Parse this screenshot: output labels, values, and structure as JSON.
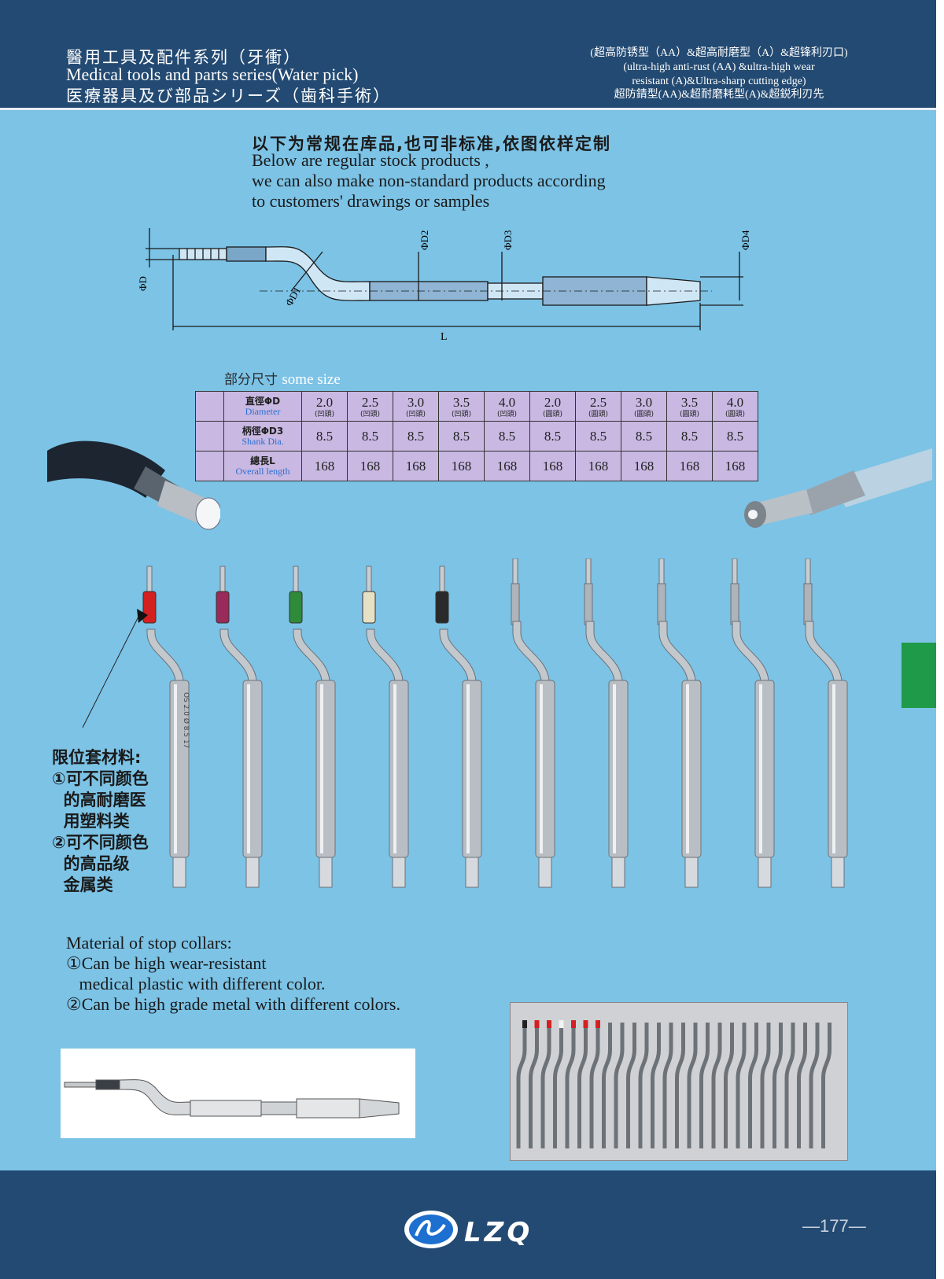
{
  "header": {
    "title_zh": "醫用工具及配件系列（牙衝）",
    "title_en": "Medical tools and parts series(Water pick)",
    "title_jp": "医療器具及び部品シリーズ（歯科手術）",
    "grade_lines": [
      "(超高防锈型（AA）&超高耐磨型（A）&超锋利刃口)",
      "(ultra-high anti-rust (AA) &ultra-high wear",
      "resistant (A)&Ultra-sharp cutting edge)",
      "超防錆型(AA)&超耐磨耗型(A)&超鋭利刃先"
    ]
  },
  "intro": {
    "zh": "以下为常规在库品,也可非标准,依图依样定制",
    "en_lines": [
      "Below are regular stock products ,",
      "we can also make non-standard products according",
      "to customers' drawings or samples"
    ]
  },
  "drawing": {
    "labels": {
      "d": "ΦD",
      "d1": "ΦD1",
      "d2": "ΦD2",
      "d3": "ΦD3",
      "d4": "ΦD4",
      "l": "L"
    }
  },
  "size_table": {
    "title_zh": "部分尺寸",
    "title_en": "some size",
    "rows": [
      {
        "label_zh": "直徑ΦD",
        "label_en": "Diameter",
        "values": [
          {
            "v": "2.0",
            "sub": "(凹頭)"
          },
          {
            "v": "2.5",
            "sub": "(凹頭)"
          },
          {
            "v": "3.0",
            "sub": "(凹頭)"
          },
          {
            "v": "3.5",
            "sub": "(凹頭)"
          },
          {
            "v": "4.0",
            "sub": "(凹頭)"
          },
          {
            "v": "2.0",
            "sub": "(圓頭)"
          },
          {
            "v": "2.5",
            "sub": "(圓頭)"
          },
          {
            "v": "3.0",
            "sub": "(圓頭)"
          },
          {
            "v": "3.5",
            "sub": "(圓頭)"
          },
          {
            "v": "4.0",
            "sub": "(圓頭)"
          }
        ]
      },
      {
        "label_zh": "柄徑ΦD3",
        "label_en": "Shank Dia.",
        "values": [
          {
            "v": "8.5"
          },
          {
            "v": "8.5"
          },
          {
            "v": "8.5"
          },
          {
            "v": "8.5"
          },
          {
            "v": "8.5"
          },
          {
            "v": "8.5"
          },
          {
            "v": "8.5"
          },
          {
            "v": "8.5"
          },
          {
            "v": "8.5"
          },
          {
            "v": "8.5"
          }
        ]
      },
      {
        "label_zh": "總長L",
        "label_en": "Overall length",
        "values": [
          {
            "v": "168"
          },
          {
            "v": "168"
          },
          {
            "v": "168"
          },
          {
            "v": "168"
          },
          {
            "v": "168"
          },
          {
            "v": "168"
          },
          {
            "v": "168"
          },
          {
            "v": "168"
          },
          {
            "v": "168"
          },
          {
            "v": "168"
          }
        ]
      }
    ]
  },
  "instruments": {
    "collar_colors": [
      "#d32020",
      "#9a2a5a",
      "#2f8a3a",
      "#e6e0c4",
      "#2a2a2a",
      null,
      null,
      null,
      null,
      null
    ],
    "engraving": "OS 2.0 Ø 8.5 17"
  },
  "collar_note": {
    "zh_lines": [
      "限位套材料:",
      "①可不同颜色",
      "  的高耐磨医",
      "  用塑料类",
      "②可不同颜色",
      "  的高品级",
      "  金属类"
    ],
    "en_lines": [
      "Material of stop collars:",
      "①Can be high wear-resistant",
      "   medical plastic with different color.",
      "②Can be high grade metal with different colors."
    ]
  },
  "footer": {
    "brand": "LZQ",
    "page_number": "—177—"
  },
  "colors": {
    "page_background": "#7cc3e6",
    "header_background": "#234a72",
    "side_tab": "#1f9a48",
    "table_fill": "#c8b8e2"
  }
}
